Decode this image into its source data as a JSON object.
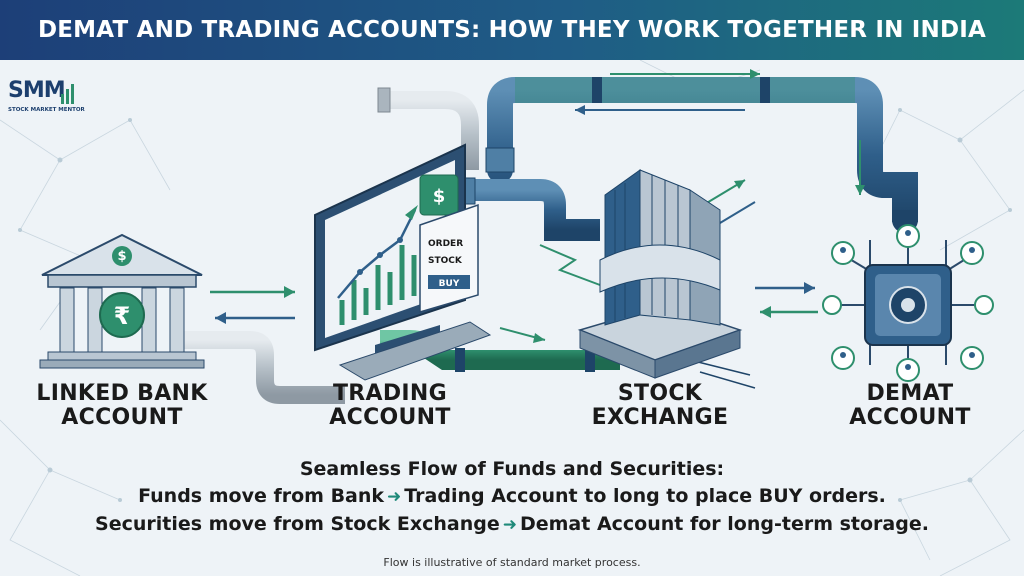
{
  "banner": {
    "title": "DEMAT AND TRADING ACCOUNTS: HOW THEY WORK TOGETHER IN INDIA"
  },
  "logo": {
    "text": "SMM",
    "subtitle": "STOCK MARKET MENTOR"
  },
  "nodes": {
    "bank": {
      "line1": "LINKED BANK",
      "line2": "ACCOUNT"
    },
    "trading": {
      "line1": "TRADING",
      "line2": "ACCOUNT"
    },
    "exchange": {
      "line1": "STOCK",
      "line2": "EXCHANGE"
    },
    "demat": {
      "line1": "DEMAT",
      "line2": "ACCOUNT"
    }
  },
  "order_panel": {
    "order": "ORDER",
    "stock": "STOCK",
    "buy": "BUY"
  },
  "icons": {
    "bank": "bank-building-icon",
    "rupee": "rupee-icon",
    "dollar": "dollar-icon",
    "vault": "vault-safe-icon",
    "user": "user-icon"
  },
  "caption": {
    "title": "Seamless Flow of Funds and Securities:",
    "line1_a": "Funds move from Bank",
    "line1_b": "Trading Account to long to place BUY orders.",
    "line2_a": "Securities move from Stock Exchange",
    "line2_b": "Demat Account for long-term storage."
  },
  "footnote": "Flow is illustrative of standard market process.",
  "colors": {
    "banner_start": "#1d3f78",
    "banner_end": "#1c7a78",
    "accent_teal": "#1f8a7a",
    "pipe_blue": "#2f5f8a",
    "pipe_green": "#2e8f6d"
  }
}
